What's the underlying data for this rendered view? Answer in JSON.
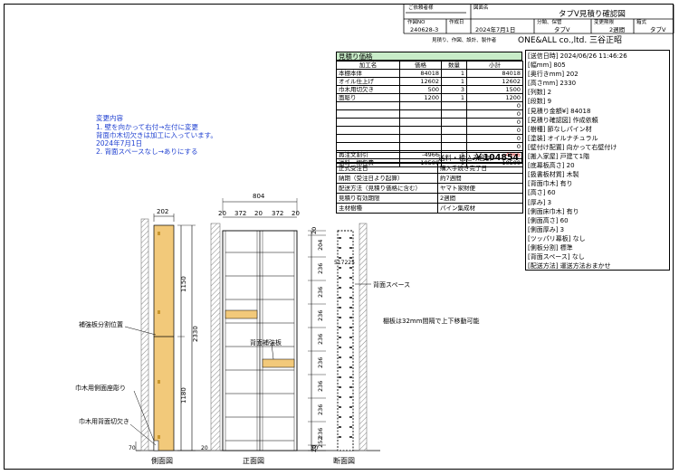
{
  "title_block": {
    "customer_label": "ご依頼者様",
    "drawing_name_label": "図面名",
    "drawing_name": "タブV見積り確認図",
    "order_no_label": "作図NO",
    "order_no": "240628-3",
    "date_label": "作成日",
    "date": "2024年7月1日",
    "category_label": "分類、保管",
    "category": "タブV",
    "change_period_label": "変更期限",
    "change_period": "2週間",
    "box_label": "箱式",
    "box_value": "タブV",
    "role_text": "見積り、作図、設計、製作者",
    "company": "ONE&ALL co.,ltd. 三谷正昭"
  },
  "estimate": {
    "title": "見積り価格",
    "headers": [
      "加工名",
      "価格",
      "数量",
      "小計"
    ],
    "rows": [
      [
        "本棚本体",
        "84018",
        "1",
        "84018"
      ],
      [
        "オイル仕上げ",
        "12602",
        "1",
        "12602"
      ],
      [
        "巾木用切欠き",
        "500",
        "3",
        "1500"
      ],
      [
        "面彫り",
        "1200",
        "1",
        "1200"
      ],
      [
        "",
        "",
        "",
        "0"
      ],
      [
        "",
        "",
        "",
        "0"
      ],
      [
        "",
        "",
        "",
        "0"
      ],
      [
        "",
        "",
        "",
        "0"
      ],
      [
        "",
        "",
        "",
        "0"
      ],
      [
        "",
        "",
        "",
        "0"
      ]
    ],
    "discount": [
      "再注文割引",
      "-4966",
      "1",
      "-4966"
    ],
    "shipping": [
      "送料・梱包費",
      "10500",
      "1",
      "10500"
    ],
    "total_label": "送料・税込み合計",
    "total": "￥104854"
  },
  "info": [
    [
      "正式受注日",
      "購入手続き完了日"
    ],
    [
      "納期（受注日より起算）",
      "約7週間"
    ],
    [
      "配送方法（見積り価格に含む）",
      "ヤマト家財便"
    ],
    [
      "見積り有効期限",
      "2週間"
    ],
    [
      "主材樹種",
      "パイン集成材"
    ]
  ],
  "specs": [
    "[送信日時] 2024/06/26 11:46:26",
    "[幅mm] 805",
    "[奥行きmm] 202",
    "[高さmm] 2330",
    "[列数] 2",
    "[段数] 9",
    "[見積り金額¥] 84018",
    "[見積り確認図] 作成依頼",
    "[樹種] 節なしパイン材",
    "[塗装] オイルナチュラル",
    "[壁付け配置] 向かって右壁付け",
    "[搬入家屋] 戸建て1階",
    "[底幕板高さ] 20",
    "[扱書板材質] 木製",
    "[背面巾木] 有り",
    "[高さ] 60",
    "[厚み] 3",
    "[側面床巾木] 有り",
    "[側面高さ] 60",
    "[側面厚み] 3",
    "[ツッパリ幕板] なし",
    "[側板分割] 標準",
    "[背面スペース] なし",
    "[配送方法] 運送方法おまかせ"
  ],
  "notes": {
    "title": "変更内容",
    "lines": [
      "1. 壁を向かって右付→左付に変更",
      "背面巾木切欠きは加工に入っています。",
      "2024年7月1日",
      "2. 背面スペースなし→ありにする"
    ]
  },
  "drawing": {
    "side_label": "側面図",
    "front_label": "正面図",
    "section_label": "断面図",
    "callout_divider": "補強板分割位置",
    "callout_side_groove": "巾木用側面座彫り",
    "callout_back_notch": "巾木用背面切欠き",
    "callout_back_brace": "背面補強板",
    "callout_back_space": "背面スペース",
    "shelf_note": "棚板は32mm間隔で上下移動可能",
    "dim_width": "804",
    "dim_depth": "202",
    "dim_height": "2330",
    "dim_upper": "1150",
    "dim_lower": "1180",
    "dim_front": [
      "20",
      "372",
      "20",
      "372",
      "20"
    ],
    "dim_section": [
      "20",
      "204",
      "236",
      "236",
      "236",
      "236",
      "236",
      "236",
      "236",
      "236",
      "252",
      "20",
      "70"
    ],
    "dim_section_top": "517225",
    "dim_side_bottom": "70",
    "dim_side_right": "20"
  }
}
